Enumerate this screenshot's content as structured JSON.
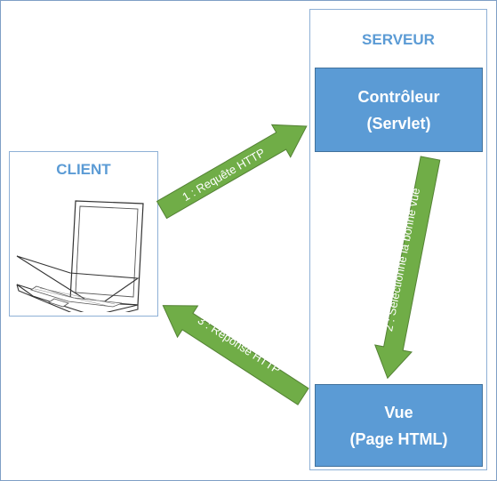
{
  "client": {
    "title": "CLIENT",
    "device_icon": "laptop-icon"
  },
  "server": {
    "title": "SERVEUR",
    "controller": {
      "line1": "Contrôleur",
      "line2": "(Servlet)"
    },
    "view": {
      "line1": "Vue",
      "line2": "(Page HTML)"
    }
  },
  "arrows": {
    "request": "1 : Requête HTTP",
    "select_view": "2 : Sélectionne la bonne vue",
    "response": "3 : Réponse HTTP"
  },
  "colors": {
    "accent_blue": "#5b9bd5",
    "box_fill": "#5b9bd5",
    "arrow_green": "#70ad47",
    "border": "#8eb0d6"
  }
}
